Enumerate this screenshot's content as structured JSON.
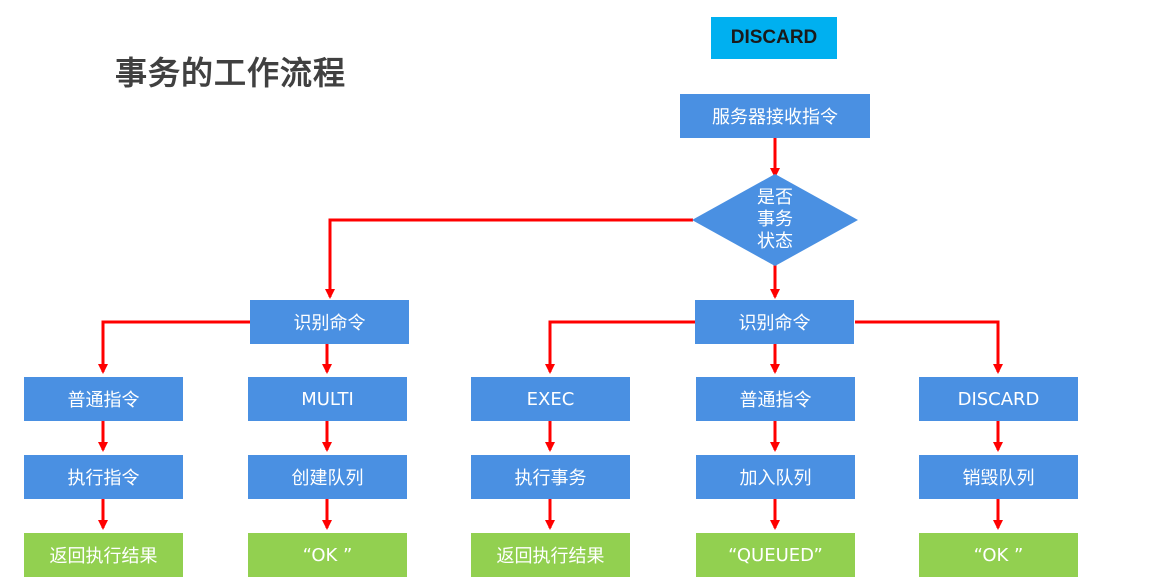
{
  "title": "事务的工作流程",
  "tag": "DISCARD",
  "nodes": {
    "receive": "服务器接收指令",
    "decision": [
      "是否",
      "事务",
      "状态"
    ],
    "identify_left": "识别命令",
    "identify_right": "识别命令",
    "col1": [
      "普通指令",
      "执行指令",
      "返回执行结果"
    ],
    "col2": [
      "MULTI",
      "创建队列",
      "“OK ”"
    ],
    "col3": [
      "EXEC",
      "执行事务",
      "返回执行结果"
    ],
    "col4": [
      "普通指令",
      "加入队列",
      "“QUEUED”"
    ],
    "col5": [
      "DISCARD",
      "销毁队列",
      "“OK ”"
    ]
  },
  "colors": {
    "box": "#4a90e2",
    "result": "#92d050",
    "arrow": "#ff0000",
    "tag": "#00b0f0"
  }
}
